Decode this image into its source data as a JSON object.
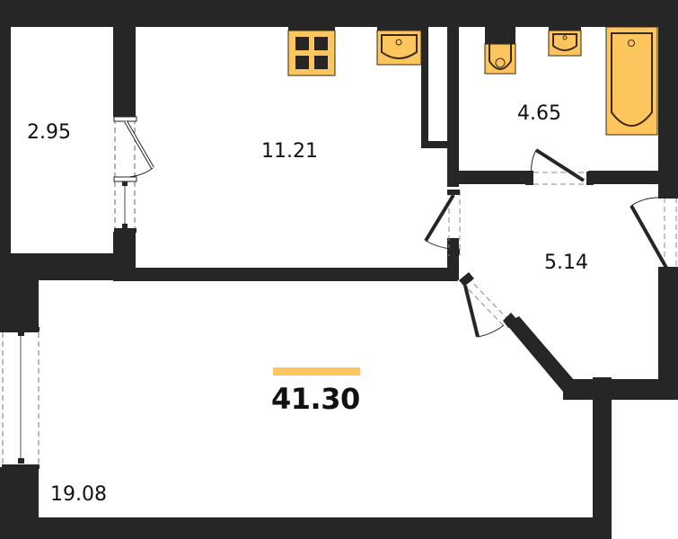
{
  "plan": {
    "total_area": "41.30",
    "colors": {
      "wall": "#262626",
      "fixture": "#fcc55d",
      "fixture_outline": "#3a2a10",
      "accent_bar": "#fcc55d",
      "background": "#ffffff"
    },
    "rooms": [
      {
        "id": "balcony",
        "area": "2.95"
      },
      {
        "id": "kitchen",
        "area": "11.21"
      },
      {
        "id": "bathroom",
        "area": "4.65"
      },
      {
        "id": "hallway",
        "area": "5.14"
      },
      {
        "id": "living-room",
        "area": "19.08"
      }
    ],
    "fixtures": [
      {
        "room": "kitchen",
        "icon": "stove-icon"
      },
      {
        "room": "kitchen",
        "icon": "kitchen-sink-icon"
      },
      {
        "room": "bathroom",
        "icon": "toilet-icon"
      },
      {
        "room": "bathroom",
        "icon": "washbasin-icon"
      },
      {
        "room": "bathroom",
        "icon": "bathtub-icon"
      }
    ]
  }
}
